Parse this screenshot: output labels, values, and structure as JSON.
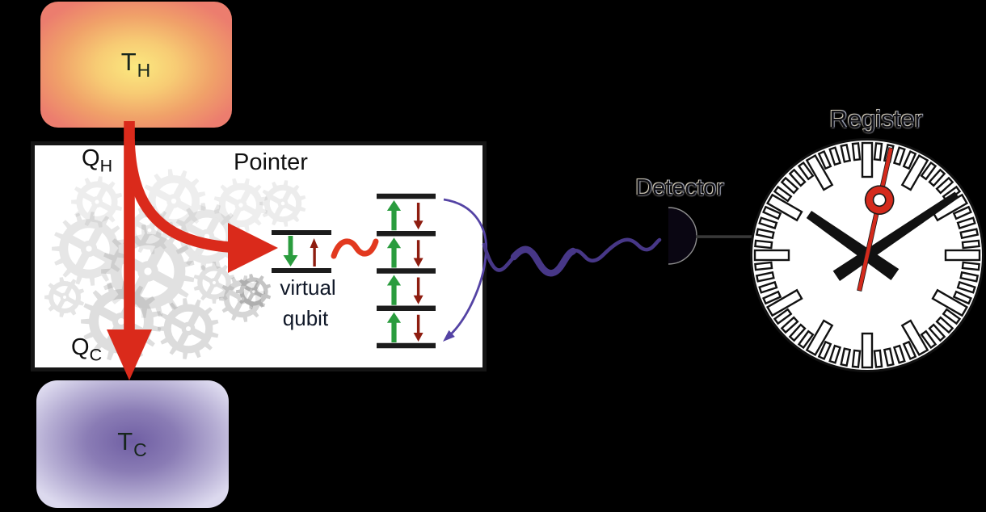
{
  "figure": {
    "background_color": "#000000",
    "hot_bath": {
      "symbol": "T",
      "subscript": "H",
      "center_color": "#fbe97f",
      "edge_color": "#ec7d6e"
    },
    "cold_bath": {
      "symbol": "T",
      "subscript": "C",
      "center_color": "#6f5ea3",
      "edge_color": "#dcd9ee"
    },
    "heat_flow_hot": {
      "symbol": "Q",
      "subscript": "H"
    },
    "heat_flow_cold": {
      "symbol": "Q",
      "subscript": "C"
    },
    "pointer": {
      "title": "Pointer",
      "watermark_icon": "gears",
      "virtual_qubit_label": [
        "virtual",
        "qubit"
      ],
      "coupling_symbol": "~",
      "virtual_qubit_levels": 2,
      "ladder_levels": 5,
      "heat_arrow_color": "#da2a1b",
      "up_transition_color": "#2a9c3e",
      "down_transition_color": "#8e1d10",
      "coupling_color": "#e2391f"
    },
    "emission": {
      "arrow_color": "#5443a4",
      "photon_color": "#473787"
    },
    "detector": {
      "label": "Detector",
      "body_color": "#0a0612"
    },
    "register": {
      "label": "Register",
      "clock": {
        "hour_angle_deg": 305,
        "minute_angle_deg": 56,
        "second_angle_deg": 12.5,
        "hour_marks": 12,
        "minute_marks": 60,
        "face_color": "#ffffff",
        "hand_color": "#111111",
        "second_hand_color": "#d42a1c"
      }
    }
  }
}
